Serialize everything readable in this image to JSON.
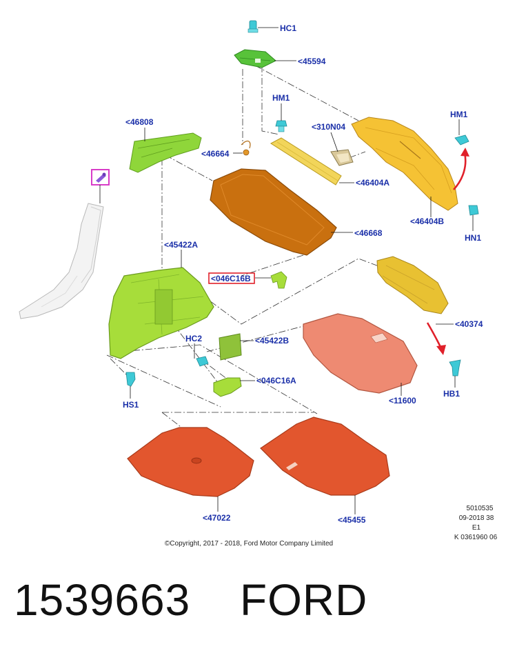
{
  "labels": {
    "hc1": "HC1",
    "p45594": "<45594",
    "hm1_top": "HM1",
    "p310n04": "<310N04",
    "hm1_right": "HM1",
    "p46808": "<46808",
    "p46664": "<46664",
    "p46404a": "<46404A",
    "p46668": "<46668",
    "p46404b": "<46404B",
    "hn1": "HN1",
    "p45422a": "<45422A",
    "p046c16b": "<046C16B",
    "p40374": "<40374",
    "hc2": "HC2",
    "p45422b": "<45422B",
    "p046c16a": "<046C16A",
    "hs1": "HS1",
    "p11600": "<11600",
    "hb1": "HB1",
    "p47022": "<47022",
    "p45455": "<45455"
  },
  "meta": {
    "line1": "5010535",
    "line2": "09-2018 38",
    "line3": "E1",
    "line4": "K 0361960 06"
  },
  "copyright": "©Copyright, 2017 - 2018, Ford Motor Company Limited",
  "footer": {
    "part_number": "1539663",
    "brand": "FORD"
  },
  "colors": {
    "label": "#1a2fa8",
    "highlight_red": "#e0202a",
    "highlight_magenta": "#d83cc8",
    "green_part": "#8fd63a",
    "yellow_part": "#f5c234",
    "orange_part": "#c9700f",
    "red_part": "#e2562e",
    "salmon_part": "#ee8a72",
    "clip_cyan": "#3ec9d6"
  }
}
